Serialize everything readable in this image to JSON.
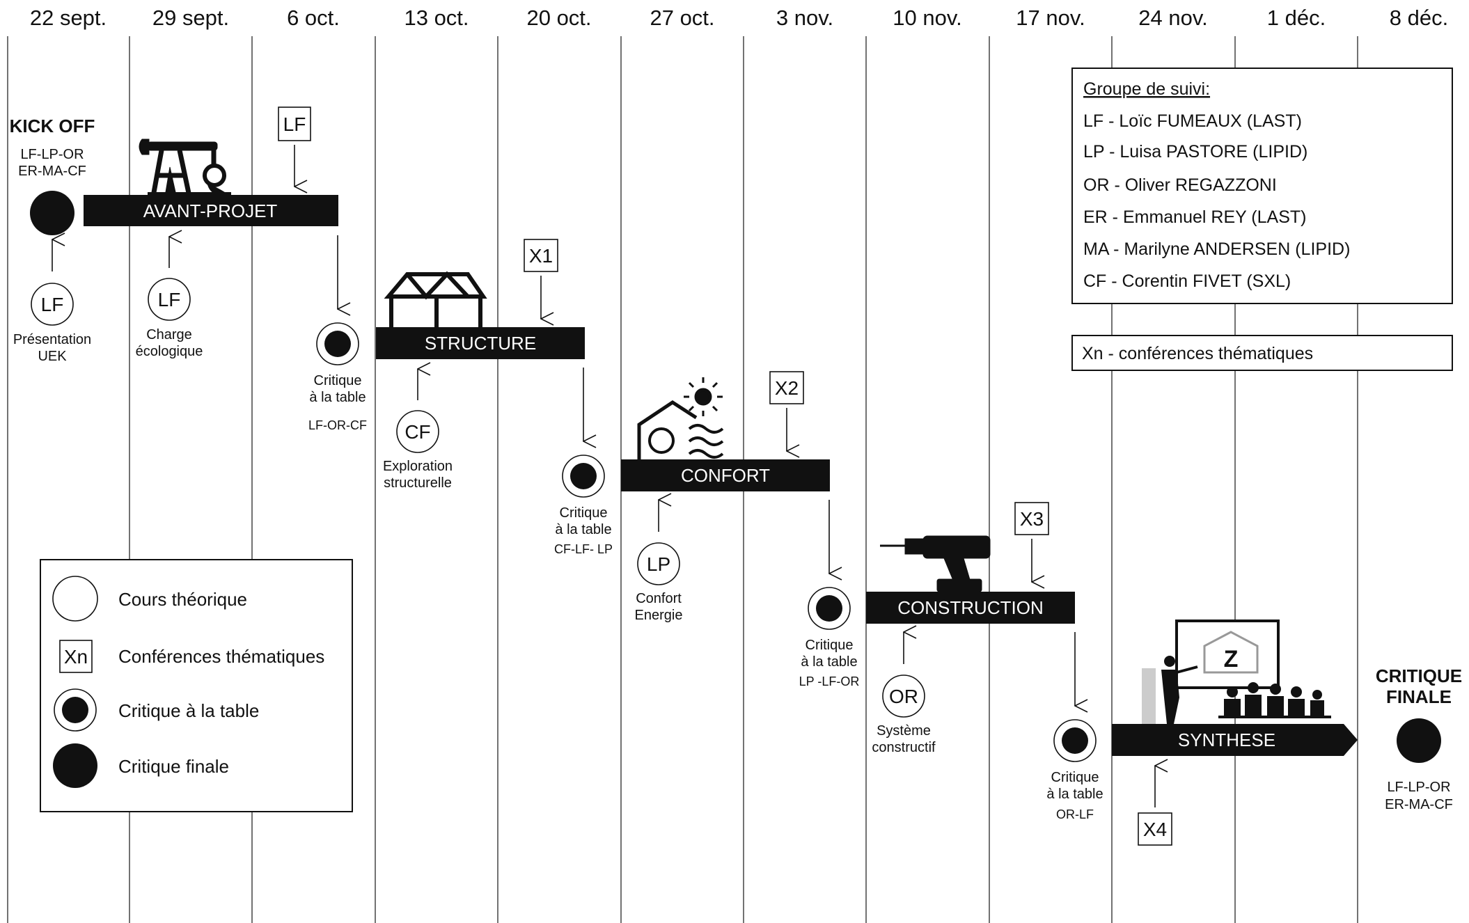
{
  "dates": [
    "22 sept.",
    "29 sept.",
    "6 oct.",
    "13 oct.",
    "20 oct.",
    "27 oct.",
    "3 nov.",
    "10 nov.",
    "17 nov.",
    "24 nov.",
    "1 déc.",
    "8 déc."
  ],
  "kickoff": {
    "title": "KICK OFF",
    "line1": "LF-LP-OR",
    "line2": "ER-MA-CF"
  },
  "final": {
    "title1": "CRITIQUE",
    "title2": "FINALE",
    "line1": "LF-LP-OR",
    "line2": "ER-MA-CF"
  },
  "phases": {
    "avant_projet": "AVANT-PROJET",
    "structure": "STRUCTURE",
    "confort": "CONFORT",
    "construction": "CONSTRUCTION",
    "synthese": "SYNTHESE"
  },
  "courses": [
    {
      "code": "LF",
      "line1": "Présentation",
      "line2": "UEK"
    },
    {
      "code": "LF",
      "line1": "Charge",
      "line2": "écologique"
    },
    {
      "code": "CF",
      "line1": "Exploration",
      "line2": "structurelle"
    },
    {
      "code": "LP",
      "line1": "Confort",
      "line2": "Energie"
    },
    {
      "code": "OR",
      "line1": "Système",
      "line2": "constructif"
    }
  ],
  "conferences": [
    "LF",
    "X1",
    "X2",
    "X3",
    "X4"
  ],
  "critiques": [
    {
      "line1": "Critique",
      "line2": "à la table",
      "members": "LF-OR-CF"
    },
    {
      "line1": "Critique",
      "line2": "à la table",
      "members": "CF-LF- LP"
    },
    {
      "line1": "Critique",
      "line2": "à la table",
      "members": "LP -LF-OR"
    },
    {
      "line1": "Critique",
      "line2": "à la table",
      "members": "OR-LF"
    }
  ],
  "group": {
    "title": "Groupe de suivi:",
    "members": [
      "LF - Loïc FUMEAUX (LAST)",
      "LP - Luisa PASTORE (LIPID)",
      "OR - Oliver REGAZZONI",
      "ER - Emmanuel REY (LAST)",
      "MA - Marilyne ANDERSEN (LIPID)",
      "CF - Corentin FIVET (SXL)"
    ]
  },
  "xn_note": "Xn - conférences thématiques",
  "legend": {
    "course": "Cours théorique",
    "conference_symbol": "Xn",
    "conference": "Conférences thématiques",
    "critique_table": "Critique à la table",
    "critique_finale": "Critique finale"
  },
  "illustrations": {
    "whiteboard_letter": "Z"
  },
  "colors": {
    "ink": "#111111",
    "background": "#ffffff",
    "bar_text": "#ffffff"
  }
}
